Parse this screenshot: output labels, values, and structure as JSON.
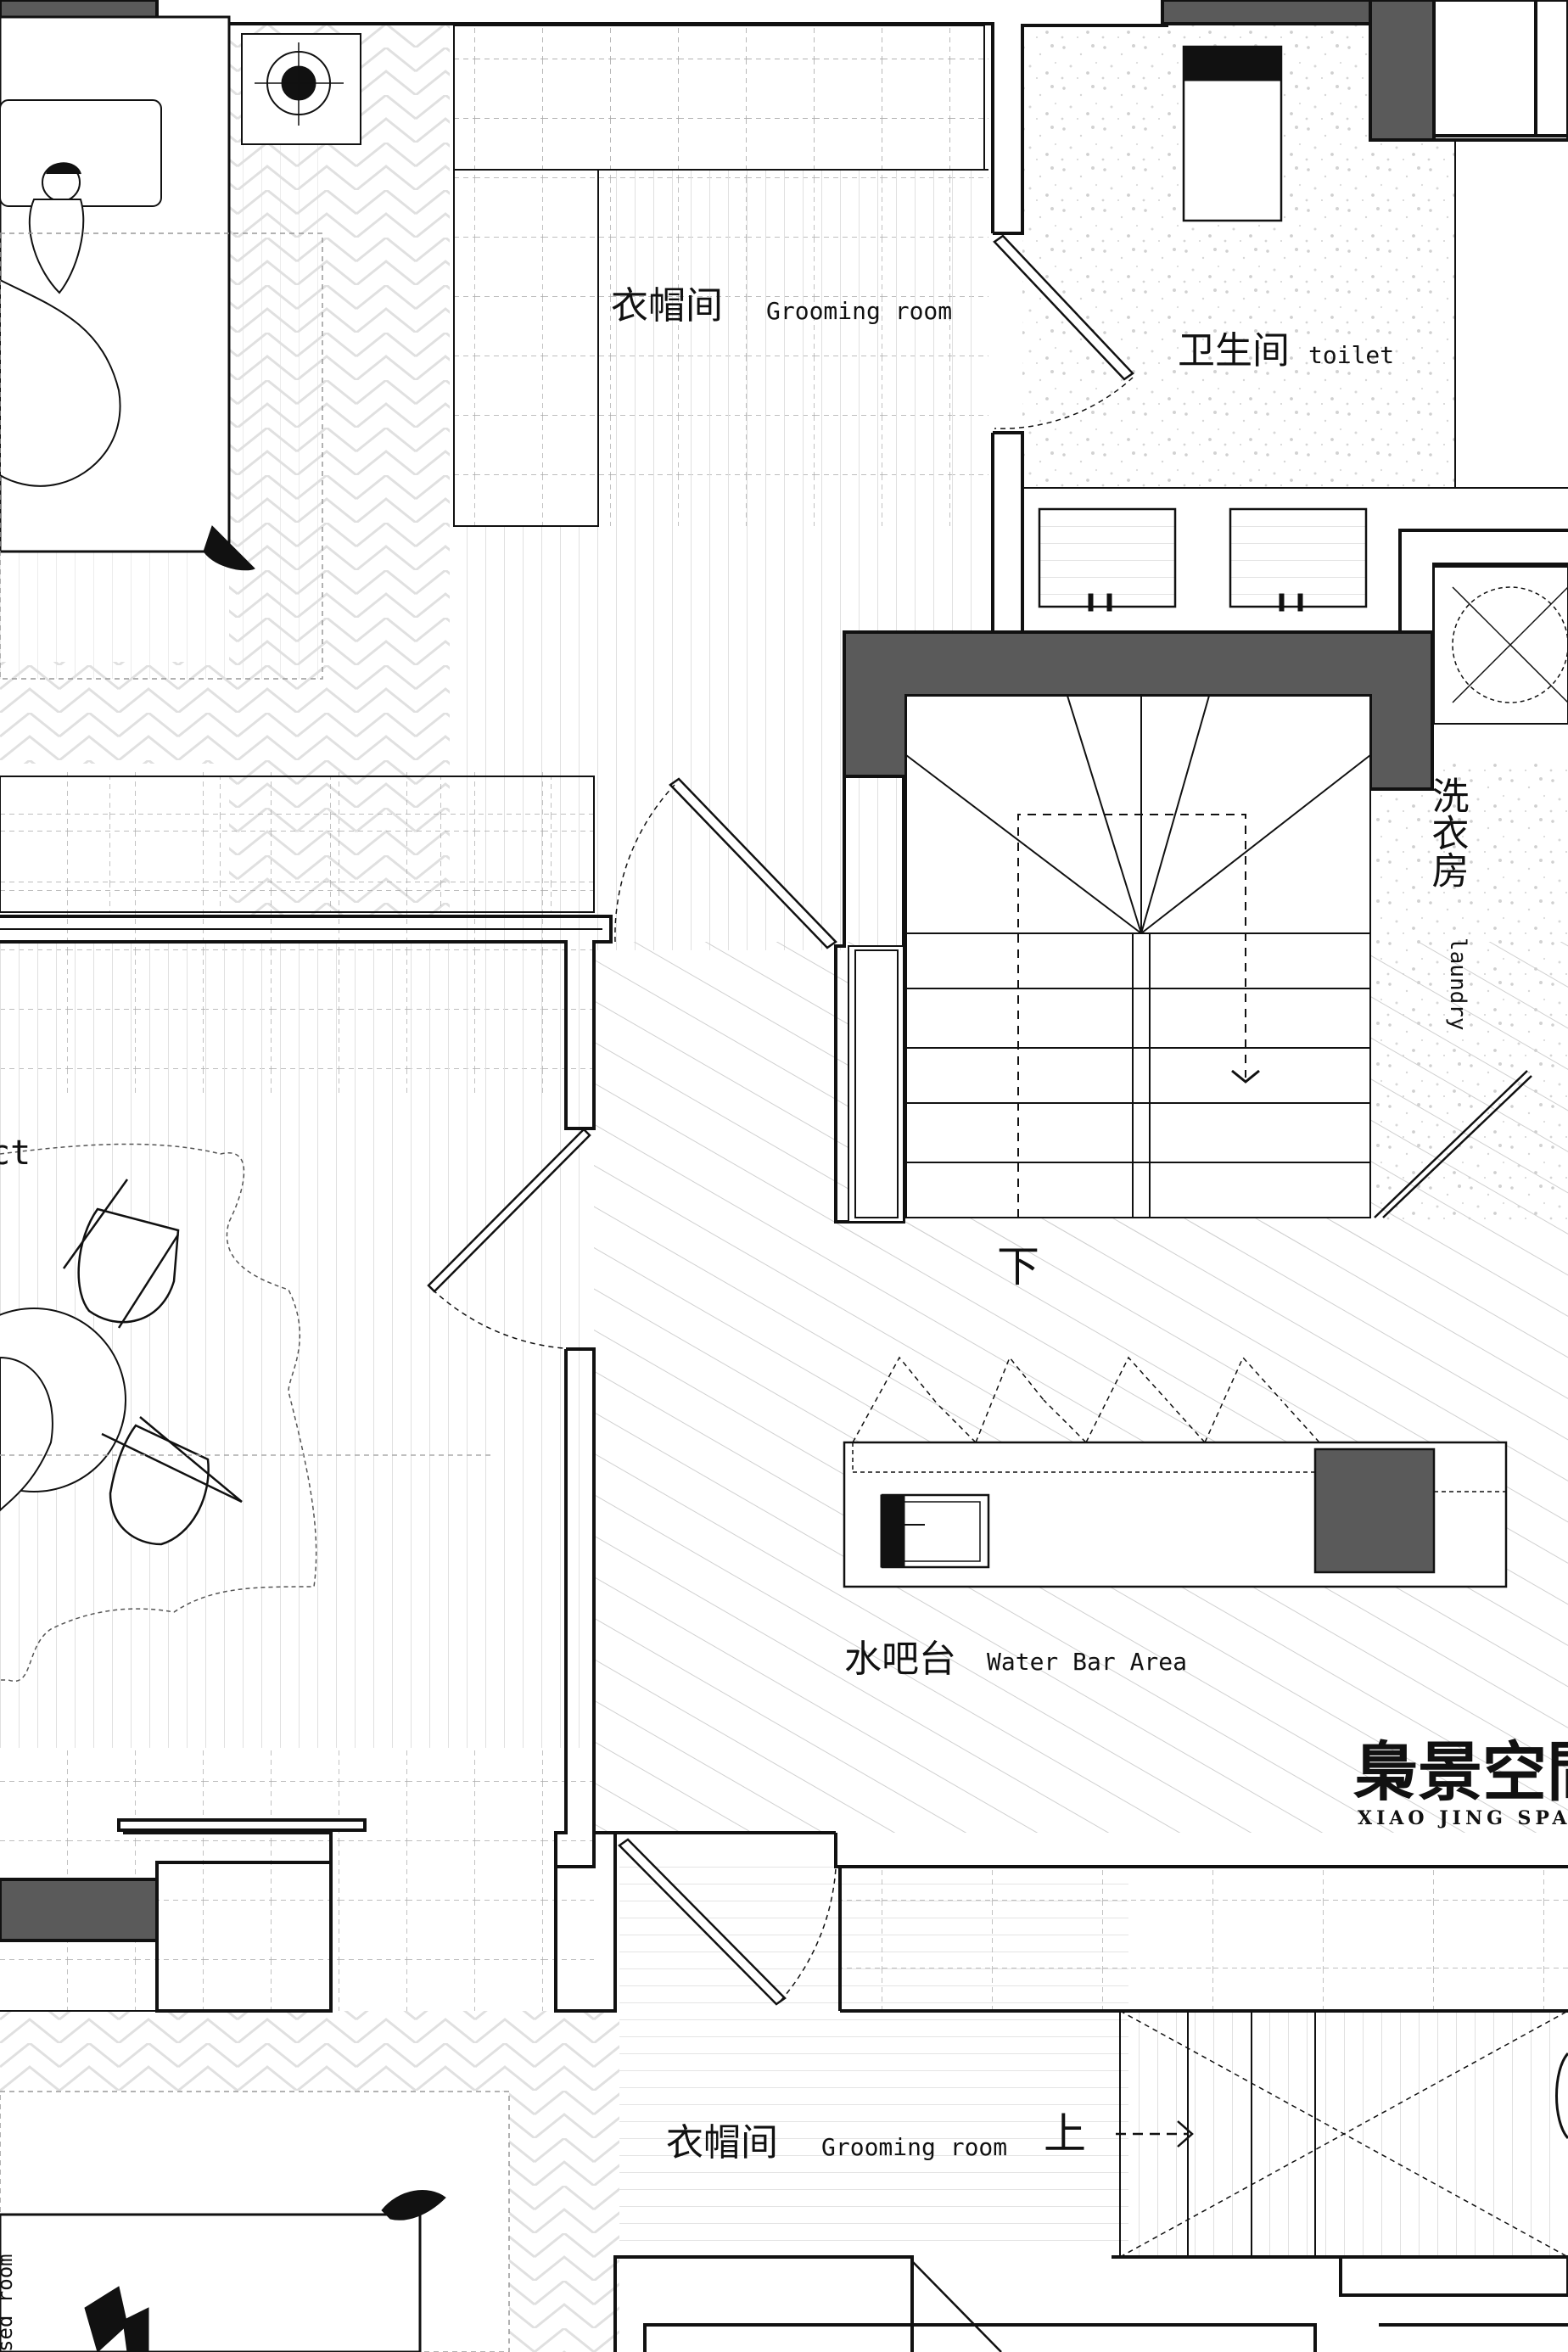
{
  "rooms": {
    "grooming_top": {
      "cn": "衣帽间",
      "en": "Grooming room"
    },
    "toilet": {
      "cn": "卫生间",
      "en": "toilet"
    },
    "laundry": {
      "cn": "洗衣房",
      "en": "laundry"
    },
    "water_bar": {
      "cn": "水吧台",
      "en": "Water Bar Area"
    },
    "grooming_bottom": {
      "cn": "衣帽间",
      "en": "Grooming room"
    },
    "partial_left": {
      "en": "ct"
    },
    "partial_bottom_left": {
      "en": "sed room"
    }
  },
  "stairs": {
    "down_label": "下",
    "up_label": "上"
  },
  "brand": {
    "cn": "梟景空間",
    "en": "XIAO JING SPACE"
  },
  "colors": {
    "wall_fill": "#5a5a5a",
    "line": "#111111",
    "hatch": "#d4d4d4",
    "background": "#ffffff"
  },
  "icons": [
    "bed-icon",
    "person-sleeping-icon",
    "chair-icon",
    "round-table-icon",
    "rug-icon",
    "sink-icon",
    "washing-machine-icon",
    "floor-drain-icon",
    "toilet-icon",
    "stair-arrow-icon"
  ]
}
